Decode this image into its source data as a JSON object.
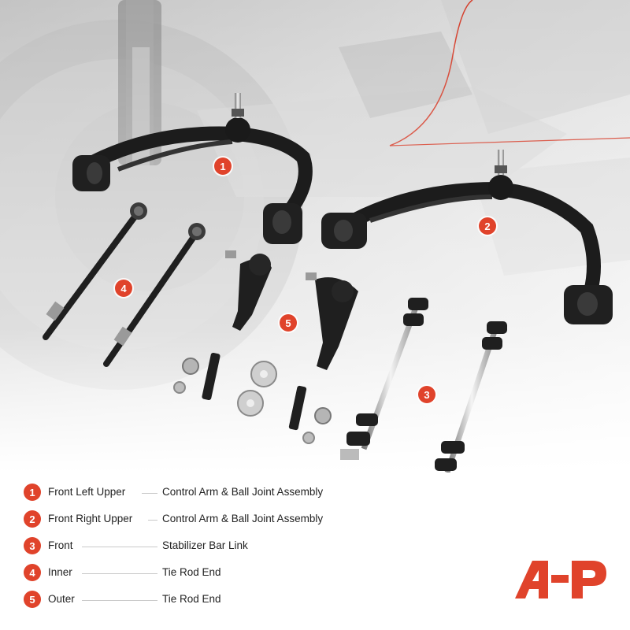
{
  "image": {
    "callouts": [
      "1",
      "2",
      "3",
      "4",
      "5"
    ]
  },
  "legend": {
    "items": [
      {
        "number": "1",
        "label": "Front Left Upper",
        "part": "Control Arm & Ball Joint Assembly"
      },
      {
        "number": "2",
        "label": "Front Right Upper",
        "part": "Control Arm & Ball Joint Assembly"
      },
      {
        "number": "3",
        "label": "Front",
        "part": "Stabilizer Bar Link"
      },
      {
        "number": "4",
        "label": "Inner",
        "part": "Tie Rod End"
      },
      {
        "number": "5",
        "label": "Outer",
        "part": "Tie Rod End"
      }
    ]
  },
  "colors": {
    "accent": "#e0432b",
    "parts": "#1c1c1c",
    "background_photo": "#d9d9d9"
  },
  "logo": {
    "icon": "a-premium-logo-icon"
  }
}
